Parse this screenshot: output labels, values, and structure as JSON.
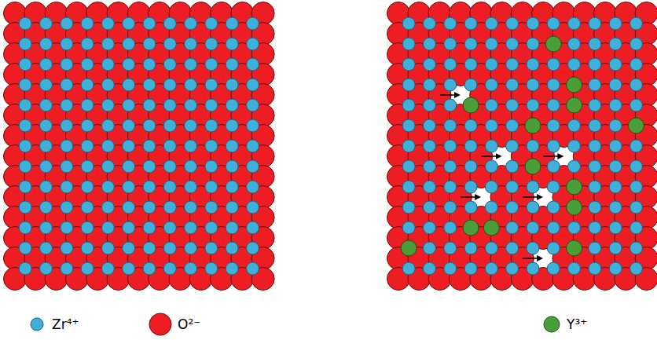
{
  "diagram": {
    "legend": [
      {
        "text": "Zr⁴⁺",
        "color": "#3fb0d8"
      },
      {
        "text": "O²⁻",
        "color": "#ee1d23"
      },
      {
        "text": "Y³⁺",
        "color": "#4a9e3a"
      }
    ]
  }
}
